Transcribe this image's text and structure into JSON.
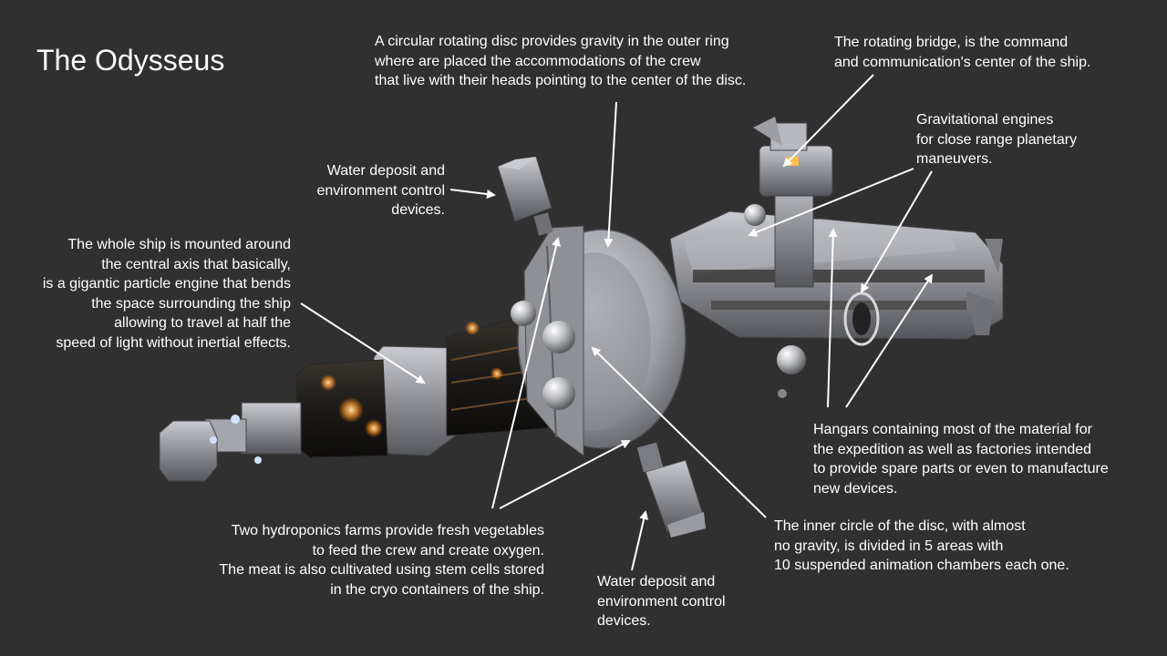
{
  "title": "The Odysseus",
  "colors": {
    "background": "#303030",
    "text": "#ffffff",
    "hull": "#9a9ca2",
    "glow": "#ffb050"
  },
  "annotations": {
    "disc": [
      "A circular rotating disc provides gravity in the outer ring",
      "where are placed the accommodations of the crew",
      "that live with their heads pointing to the center of the disc."
    ],
    "bridge": [
      "The rotating bridge, is the command",
      "and communication's center of the ship."
    ],
    "engines": [
      "Gravitational engines",
      "for close range planetary",
      "maneuvers."
    ],
    "water_top": [
      "Water deposit and",
      "environment control",
      "devices."
    ],
    "axis": [
      "The whole ship is mounted around",
      "the central axis that basically,",
      "is a gigantic particle engine that bends",
      "the space surrounding the ship",
      "allowing to travel at half the",
      "speed of light without inertial effects."
    ],
    "hangars": [
      "Hangars containing most of the material for",
      "the expedition as well as factories intended",
      "to provide spare parts or even to manufacture",
      "new devices."
    ],
    "inner": [
      "The inner circle of the disc, with almost",
      "no gravity, is divided in 5 areas with",
      "10 suspended animation chambers each one."
    ],
    "hydroponics": [
      "Two hydroponics farms provide fresh vegetables",
      "to feed the crew and create oxygen.",
      "The meat is also cultivated using stem cells stored",
      "in the cryo containers of the ship."
    ],
    "water_bottom": [
      "Water deposit and",
      "environment control",
      "devices."
    ]
  }
}
